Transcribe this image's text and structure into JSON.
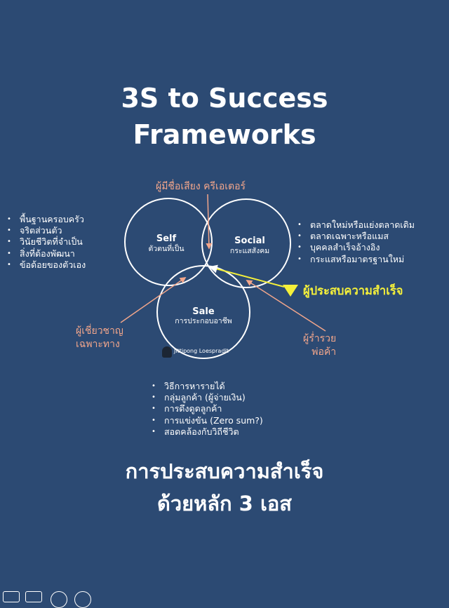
{
  "title": {
    "line1": "3S to Success",
    "line2": "Frameworks"
  },
  "circles": {
    "self": {
      "title": "Self",
      "subtitle": "ตัวตนที่เป็น"
    },
    "social": {
      "title": "Social",
      "subtitle": "กระแสสังคม"
    },
    "sale": {
      "title": "Sale",
      "subtitle": "การประกอบอาชีพ"
    }
  },
  "labels": {
    "top": "ผู้มีชื่อเสียง ครีเอเตอร์",
    "left_line1": "ผู้เชี่ยวชาญ",
    "left_line2": "เฉพาะทาง",
    "right_line1": "ผู้ร่ำรวย",
    "right_line2": "พ่อค้า",
    "success": "ผู้ประสบความสำเร็จ"
  },
  "lists": {
    "left": [
      "พื้นฐานครอบครัว",
      "จริตส่วนตัว",
      "วินัยชีวิตที่จำเป็น",
      "สิ่งที่ต้องพัฒนา",
      "ข้อด้อยของตัวเอง"
    ],
    "right": [
      "ตลาดใหม่หรือแย่งตลาดเดิม",
      "ตลาดเฉพาะหรือแมส",
      "บุคคลสำเร็จอ้างอิง",
      "กระแสหรือมาตรฐานใหม่"
    ],
    "bottom": [
      "วิธีการหารายได้",
      "กลุ่มลูกค้า (ผู้จ่ายเงิน)",
      "การดึงดูดลูกค้า",
      "การแข่งขัน (Zero sum?)",
      "สอดคล้องกับวิถีชีวิต"
    ]
  },
  "author": "Jittipong Loespradit",
  "footer": {
    "line1": "การประสบความสำเร็จ",
    "line2": "ด้วยหลัก 3 เอส"
  },
  "colors": {
    "background": "#2c4a73",
    "accent_orange": "#f2a68b",
    "accent_yellow": "#f5f03a",
    "text": "#ffffff"
  }
}
